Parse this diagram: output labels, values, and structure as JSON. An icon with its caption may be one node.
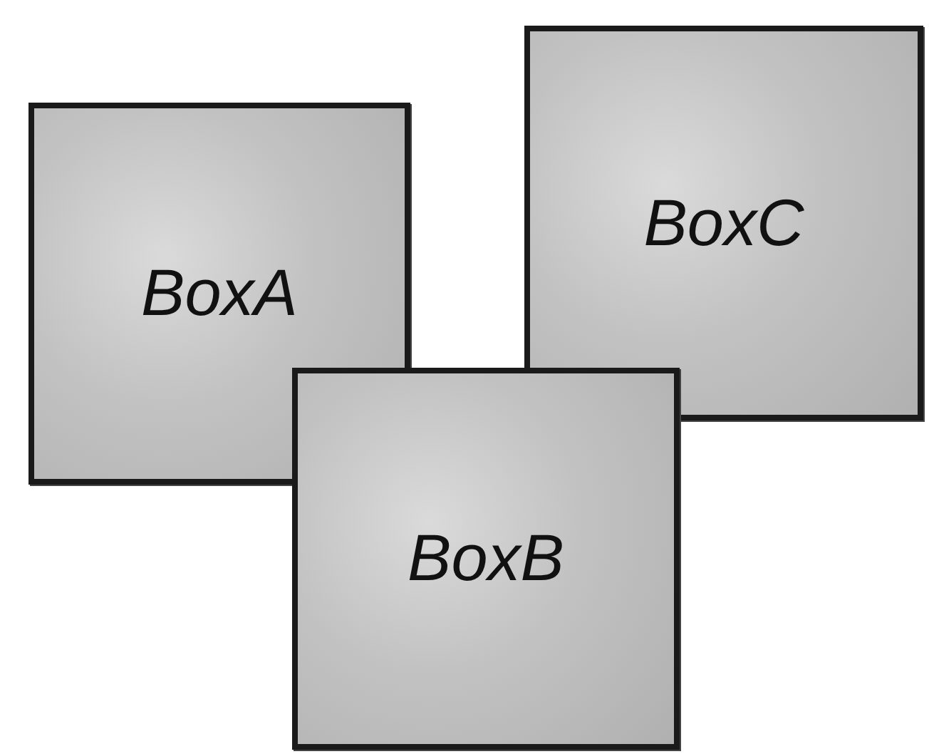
{
  "diagram": {
    "nodes": [
      {
        "text": [
          "BoxA"
        ]
      },
      {
        "text": [
          "BoxB"
        ]
      },
      {
        "text": [
          "BoxC"
        ]
      }
    ]
  }
}
